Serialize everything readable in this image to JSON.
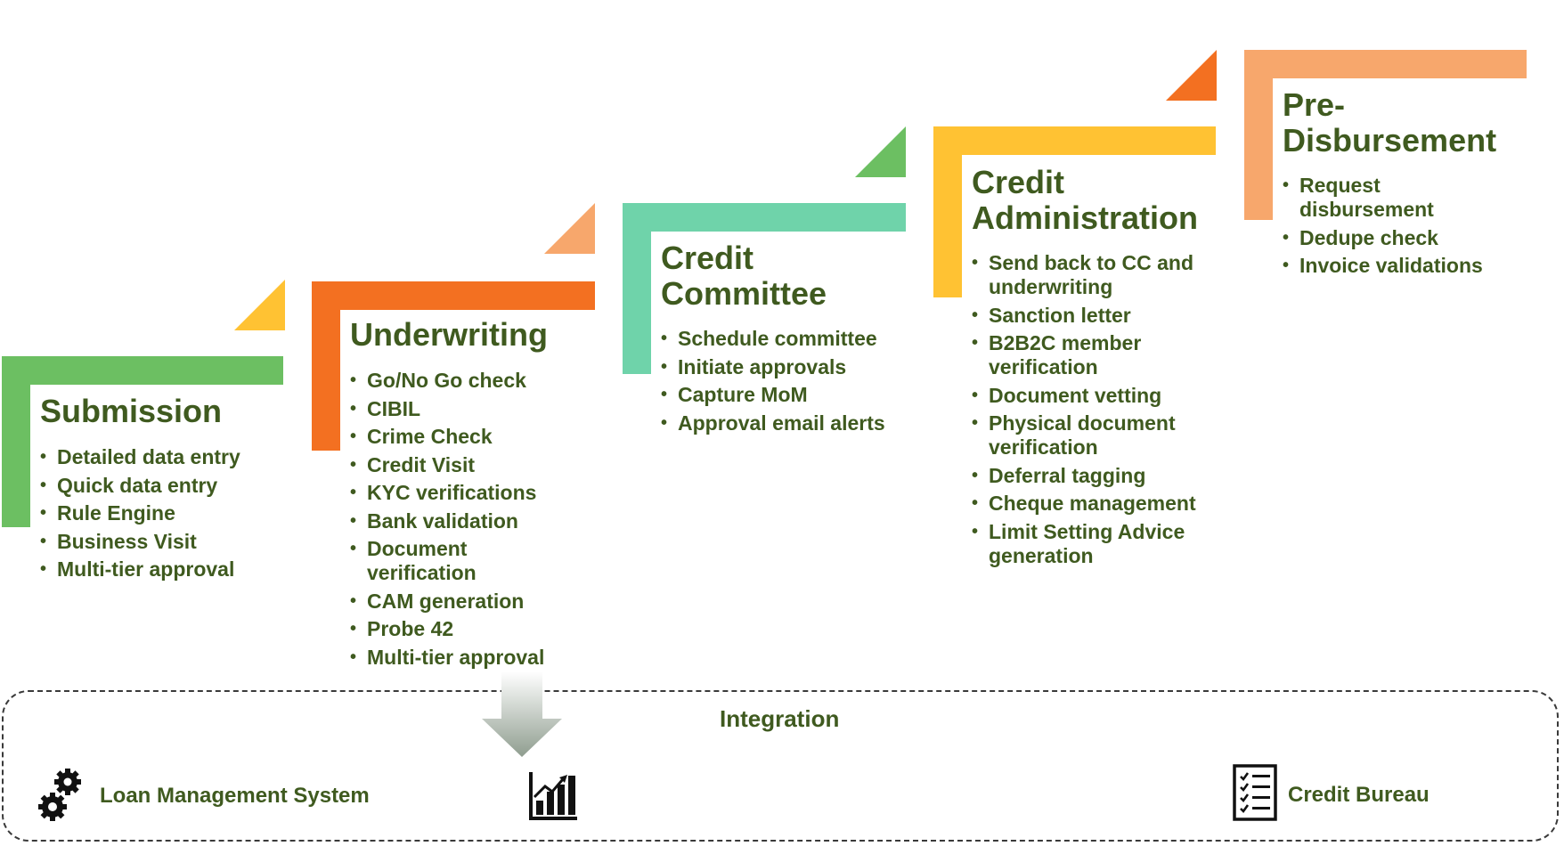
{
  "stages": [
    {
      "title": "Submission",
      "color": "#6cbf62",
      "items": [
        "Detailed data entry",
        "Quick data entry",
        "Rule Engine",
        "Business Visit",
        "Multi-tier approval"
      ]
    },
    {
      "title": "Underwriting",
      "color": "#f37021",
      "items": [
        "Go/No Go check",
        "CIBIL",
        "Crime Check",
        "Credit Visit",
        "KYC verifications",
        "Bank validation",
        "Document verification",
        "CAM generation",
        "Probe 42",
        "Multi-tier approval"
      ]
    },
    {
      "title": "Credit Committee",
      "color": "#6fd3aa",
      "items": [
        "Schedule committee",
        "Initiate approvals",
        "Capture MoM",
        "Approval email alerts"
      ]
    },
    {
      "title": "Credit Administration",
      "color": "#ffc233",
      "items": [
        "Send back to CC and underwriting",
        "Sanction letter",
        "B2B2C member verification",
        "Document vetting",
        "Physical document verification",
        "Deferral tagging",
        "Cheque management",
        "Limit Setting Advice generation"
      ]
    },
    {
      "title": "Pre-Disbursement",
      "color": "#f7a76c",
      "items": [
        "Request disbursement",
        "Dedupe check",
        "Invoice validations"
      ]
    }
  ],
  "integration": {
    "title": "Integration",
    "items": [
      {
        "label": "Loan Management System",
        "icon": "gears-icon"
      },
      {
        "label": "",
        "icon": "bar-chart-icon"
      },
      {
        "label": "Credit Bureau",
        "icon": "checklist-icon"
      }
    ]
  },
  "colors": {
    "text": "#3f5a1f",
    "arrow": "#9aa89a",
    "border": "#3a3a3a"
  }
}
